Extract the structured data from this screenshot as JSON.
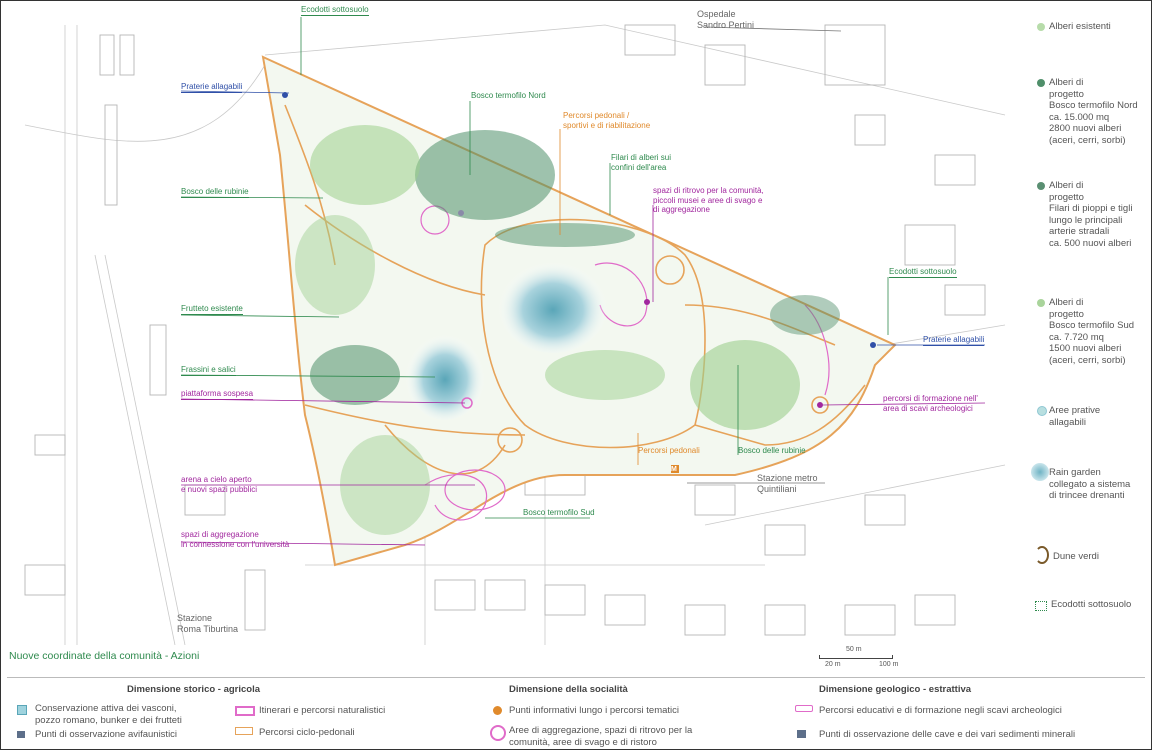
{
  "map_labels": {
    "ecodotti_top": "Ecodotti sottosuolo",
    "ospedale": "Ospedale\nSandro Pertini",
    "praterie_left": "Praterie allagabili",
    "bosco_nord": "Bosco termofilo Nord",
    "percorsi_pedonali_top": "Percorsi pedonali /\nsportivi e di riabilitazione",
    "filari": "Filari di alberi sui\nconfini dell'area",
    "spazi_ritrovo": "spazi di ritrovo per la comunità,\npiccoli musei e aree di svago e\ndi aggregazione",
    "bosco_rubinie_left": "Bosco delle rubinie",
    "ecodotti_right": "Ecodotti sottosuolo",
    "frutteto": "Frutteto esistente",
    "praterie_right": "Praterie allagabili",
    "frassini": "Frassini e salici",
    "piattaforma": "piattaforma sospesa",
    "formazione": "percorsi di formazione nell'\narea di scavi archeologici",
    "percorsi_pedonali_mid": "Percorsi pedonali",
    "bosco_rubinie_right": "Bosco delle rubinie",
    "arena": "arena a cielo aperto\ne nuovi spazi pubblici",
    "stazione_metro": "Stazione metro\nQuintiliani",
    "bosco_sud": "Bosco termofilo Sud",
    "spazi_aggregazione": "spazi di aggregazione\nin connessione con l'università",
    "stazione_tiburtina": "Stazione\nRoma Tiburtina",
    "metro_marker": "M"
  },
  "right_legend": [
    {
      "icon": "light-green-dot-icon",
      "color": "#b7dcaa",
      "text": "Alberi esistenti"
    },
    {
      "icon": "dark-green-dot-icon",
      "color": "#4f8f6a",
      "text": "Alberi di\nprogetto\nBosco termofilo Nord\nca. 15.000 mq\n2800 nuovi alberi\n(aceri, cerri, sorbi)"
    },
    {
      "icon": "dark-green-dot-icon",
      "color": "#5a8f72",
      "text": "Alberi di\nprogetto\nFilari di pioppi e tigli\nlungo le principali\narterie stradali\nca. 500 nuovi alberi"
    },
    {
      "icon": "light-green-dot-icon",
      "color": "#a9d49b",
      "text": "Alberi di\nprogetto\nBosco termofilo Sud\nca. 7.720 mq\n1500 nuovi alberi\n(aceri, cerri, sorbi)"
    },
    {
      "icon": "pale-blue-dot-icon",
      "color": "#b8dfe0",
      "text": "Aree prative\nallagabili"
    },
    {
      "icon": "rain-garden-icon",
      "color": "#8fc7d3",
      "text": "Rain garden\ncollegato a sistema\ndi trincee drenanti"
    },
    {
      "icon": "dune-crescent-icon",
      "color": "#7a5a2a",
      "text": "Dune verdi"
    },
    {
      "icon": "dotted-square-icon",
      "color": "#2f8a4e",
      "text": "Ecodotti sottosuolo"
    }
  ],
  "footer": {
    "title": "Nuove coordinate della comunità - Azioni",
    "scale": {
      "top": "50 m",
      "left": "20 m",
      "right": "100 m"
    },
    "columns": [
      {
        "title": "Dimensione storico - agricola"
      },
      {
        "title": "Dimensione della socialità"
      },
      {
        "title": "Dimensione geologico - estrattiva"
      }
    ],
    "items": {
      "conservazione": "Conservazione attiva dei vasconi,\npozzo romano, bunker e dei frutteti",
      "osservazione_avi": "Punti di osservazione avifaunistici",
      "itinerari": "Itinerari e percorsi naturalistici",
      "ciclopedonali": "Percorsi ciclo-pedonali",
      "punti_info": "Punti informativi lungo i percorsi tematici",
      "aree_aggregazione": "Aree di aggregazione, spazi di ritrovo per la\ncomunità, aree di svago e di ristoro",
      "percorsi_educativi": "Percorsi educativi e di formazione negli scavi archeologici",
      "punti_cave": "Punti di osservazione delle cave e dei vari sedimenti minerali"
    }
  }
}
